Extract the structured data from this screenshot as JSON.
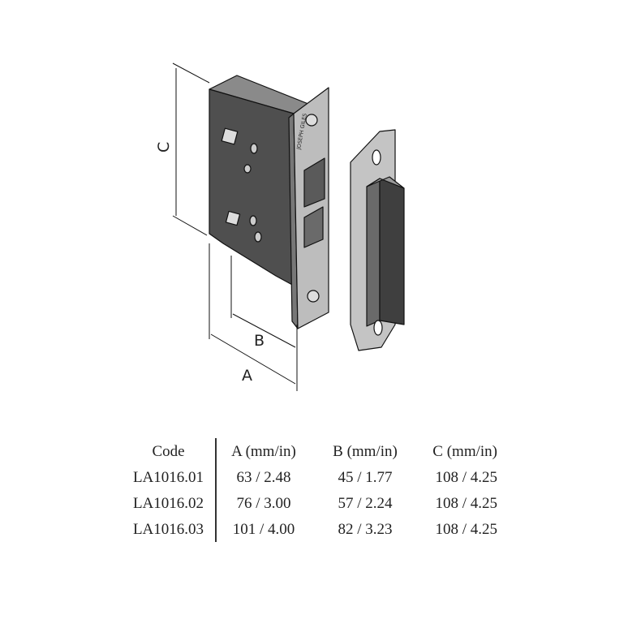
{
  "diagram": {
    "brand_mark": "JOSEPH GILES",
    "dimension_labels": {
      "a": "A",
      "b": "B",
      "c": "C"
    },
    "colors": {
      "body": "#4f4f4f",
      "plate": "#b9b9b9",
      "outline": "#111111"
    }
  },
  "table": {
    "headers": [
      "Code",
      "A (mm/in)",
      "B (mm/in)",
      "C (mm/in)"
    ],
    "rows": [
      [
        "LA1016.01",
        "63 / 2.48",
        "45 / 1.77",
        "108 / 4.25"
      ],
      [
        "LA1016.02",
        "76 / 3.00",
        "57 / 2.24",
        "108 / 4.25"
      ],
      [
        "LA1016.03",
        "101 / 4.00",
        "82 / 3.23",
        "108 / 4.25"
      ]
    ]
  }
}
